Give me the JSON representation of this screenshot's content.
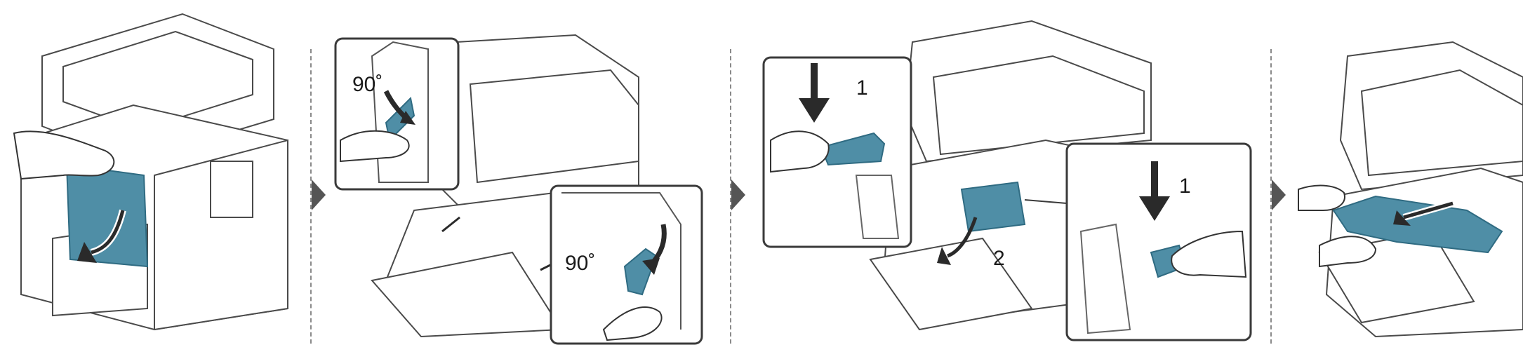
{
  "colors": {
    "line": "#4a4a4a",
    "part_blue": "#4f8ea6",
    "part_blue_dark": "#2f6b82",
    "callout_fill": "#ffffff",
    "callout_stroke": "#3a3a3a",
    "arrow": "#2a2a2a"
  },
  "panels": [
    {
      "id": "step-1",
      "callouts": []
    },
    {
      "id": "step-2",
      "callouts": [
        {
          "label": "90˚"
        },
        {
          "label": "90˚"
        }
      ]
    },
    {
      "id": "step-3",
      "callouts": [
        {
          "label": "1"
        },
        {
          "label": "1"
        }
      ],
      "printer_label": "2"
    },
    {
      "id": "step-4",
      "callouts": []
    }
  ],
  "icons": [
    "next-step-arrow-icon",
    "rotate-arrow-icon",
    "push-down-arrow-icon",
    "pull-arrow-icon",
    "hand-icon"
  ]
}
